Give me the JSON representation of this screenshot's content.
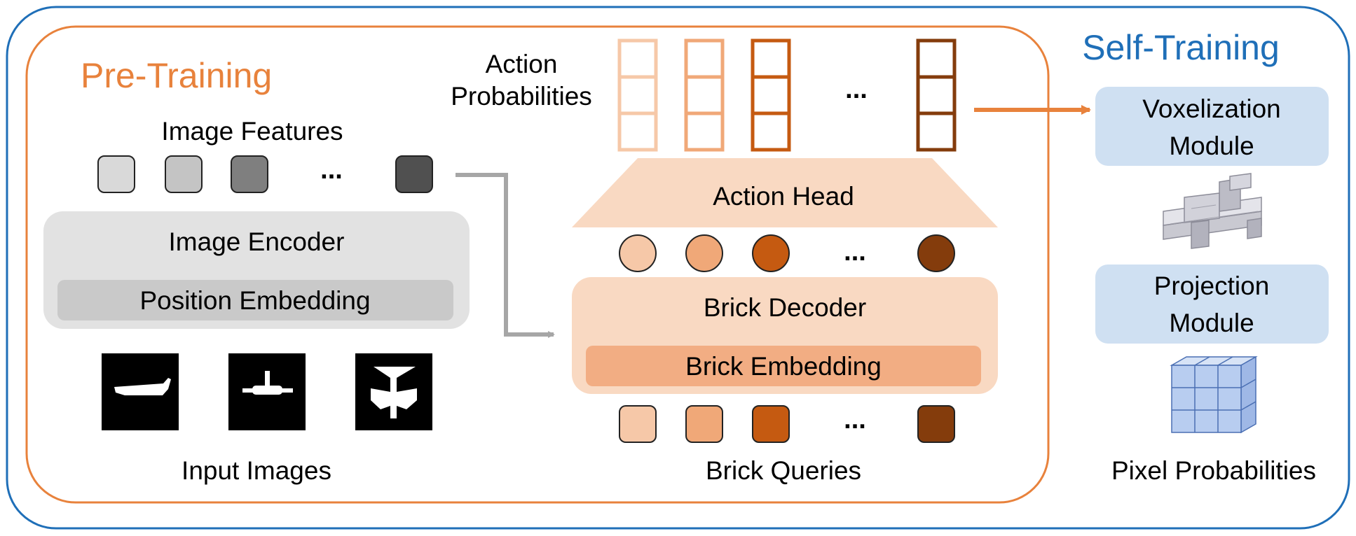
{
  "self_training": {
    "title": "Self-Training",
    "voxelization_module": [
      "Voxelization",
      "Module"
    ],
    "projection_module": [
      "Projection",
      "Module"
    ],
    "pixel_probabilities": "Pixel Probabilities"
  },
  "pre_training": {
    "title": "Pre-Training",
    "image_features": "Image Features",
    "image_encoder": "Image Encoder",
    "position_embedding": "Position Embedding",
    "input_images": "Input Images",
    "action_probabilities": [
      "Action",
      "Probabilities"
    ],
    "action_head": "Action Head",
    "brick_decoder": "Brick Decoder",
    "brick_embedding": "Brick Embedding",
    "brick_queries": "Brick Queries",
    "ellipsis": "..."
  },
  "colors": {
    "self_training_blue": "#1f6fb8",
    "pre_training_orange": "#e8823c",
    "module_blue": "#cfe0f2",
    "encoder_gray": "#e2e2e2",
    "position_gray": "#c9c9c9",
    "decoder_peach": "#f9d9c2",
    "embedding_orange": "#f2ad83",
    "brick_shades": [
      "#f6c8a8",
      "#f0a878",
      "#c55a11",
      "#843c0c"
    ],
    "feature_grays": [
      "#d9d9d9",
      "#c4c4c4",
      "#7f7f7f",
      "#505050"
    ],
    "arrow_gray": "#a6a6a6"
  },
  "icons": {
    "input_images": [
      "airplane-side-silhouette-icon",
      "airplane-front-silhouette-icon",
      "airplane-top-silhouette-icon"
    ],
    "voxel_model": "lego-airplane-voxel-icon",
    "pixel_grid": "blue-pixel-cube-grid-icon"
  }
}
